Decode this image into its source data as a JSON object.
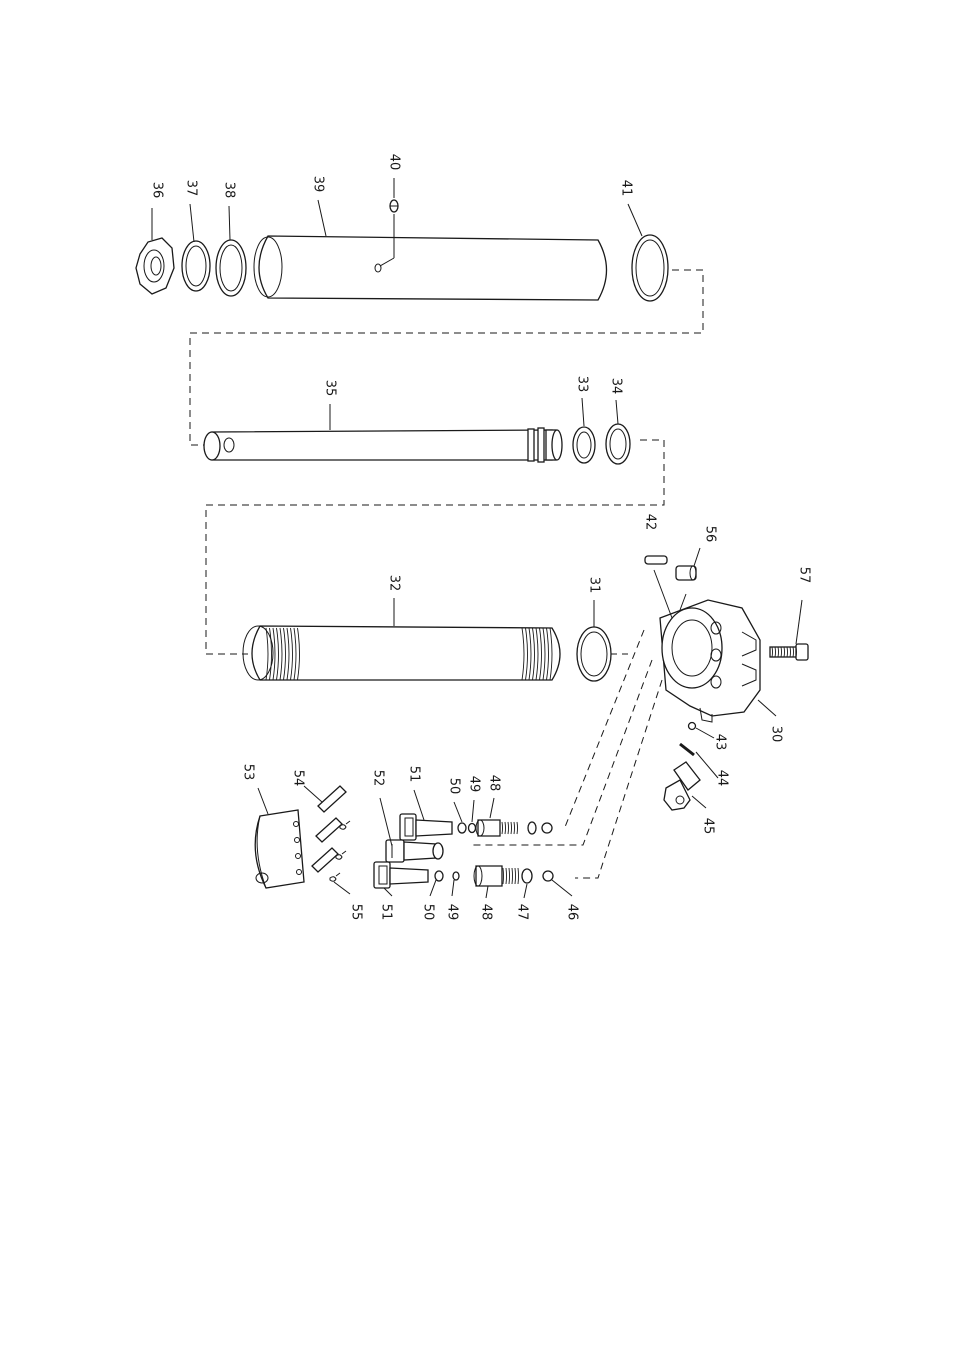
{
  "diagram": {
    "labels": {
      "p30": "30",
      "p31": "31",
      "p32": "32",
      "p33": "33",
      "p34": "34",
      "p35": "35",
      "p36": "36",
      "p37": "37",
      "p38": "38",
      "p39": "39",
      "p40": "40",
      "p41": "41",
      "p42": "42",
      "p43": "43",
      "p44": "44",
      "p45": "45",
      "p46": "46",
      "p47": "47",
      "p48a": "48",
      "p48b": "48",
      "p49a": "49",
      "p49b": "49",
      "p50a": "50",
      "p50b": "50",
      "p51a": "51",
      "p51b": "51",
      "p52": "52",
      "p53": "53",
      "p54": "54",
      "p55": "55",
      "p56": "56",
      "p57": "57"
    }
  }
}
